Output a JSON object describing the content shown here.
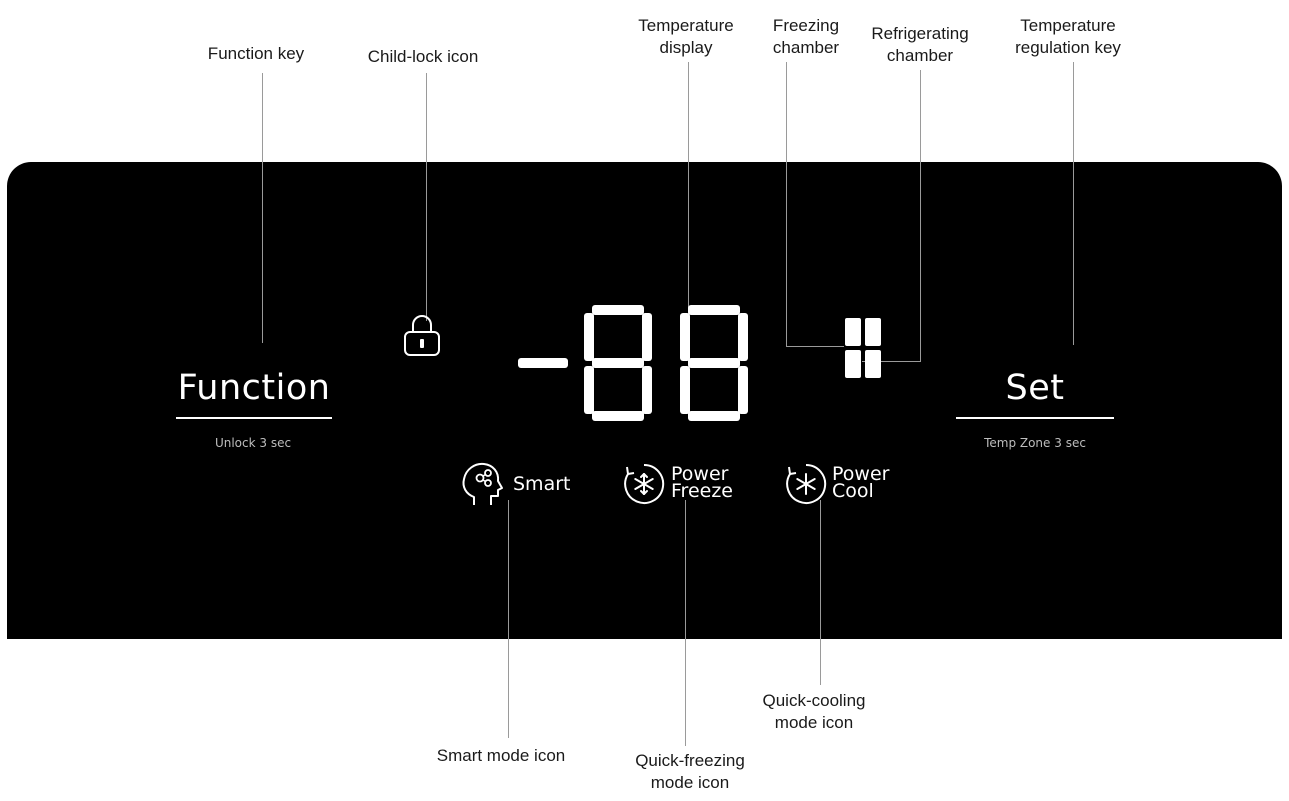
{
  "callouts": {
    "function_key": "Function key",
    "child_lock_icon": "Child-lock icon",
    "temperature_display": [
      "Temperature",
      "display"
    ],
    "freezing_chamber": [
      "Freezing",
      "chamber"
    ],
    "refrigerating_chamber": [
      "Refrigerating",
      "chamber"
    ],
    "temperature_regulation_key": [
      "Temperature",
      "regulation key"
    ],
    "smart_mode_icon": "Smart mode icon",
    "quick_freezing_mode_icon": [
      "Quick-freezing",
      "mode icon"
    ],
    "quick_cooling_mode_icon": [
      "Quick-cooling",
      "mode icon"
    ]
  },
  "panel": {
    "function_label": "Function",
    "function_sub": "Unlock 3 sec",
    "set_label": "Set",
    "set_sub": "Temp Zone 3 sec",
    "display_digits": "-88",
    "modes": {
      "smart": "Smart",
      "power_freeze": [
        "Power",
        "Freeze"
      ],
      "power_cool": [
        "Power",
        "Cool"
      ]
    }
  },
  "icons": {
    "child_lock": "lock-icon",
    "smart": "head-icon",
    "power_freeze": "snowflake-icon",
    "power_cool": "asterisk-icon",
    "chambers": "fridge-chambers-icon"
  },
  "colors": {
    "panel": "#000000",
    "display": "#ffffff",
    "callout_text": "#1a1a1a",
    "leader_line": "#9a9a9a"
  }
}
